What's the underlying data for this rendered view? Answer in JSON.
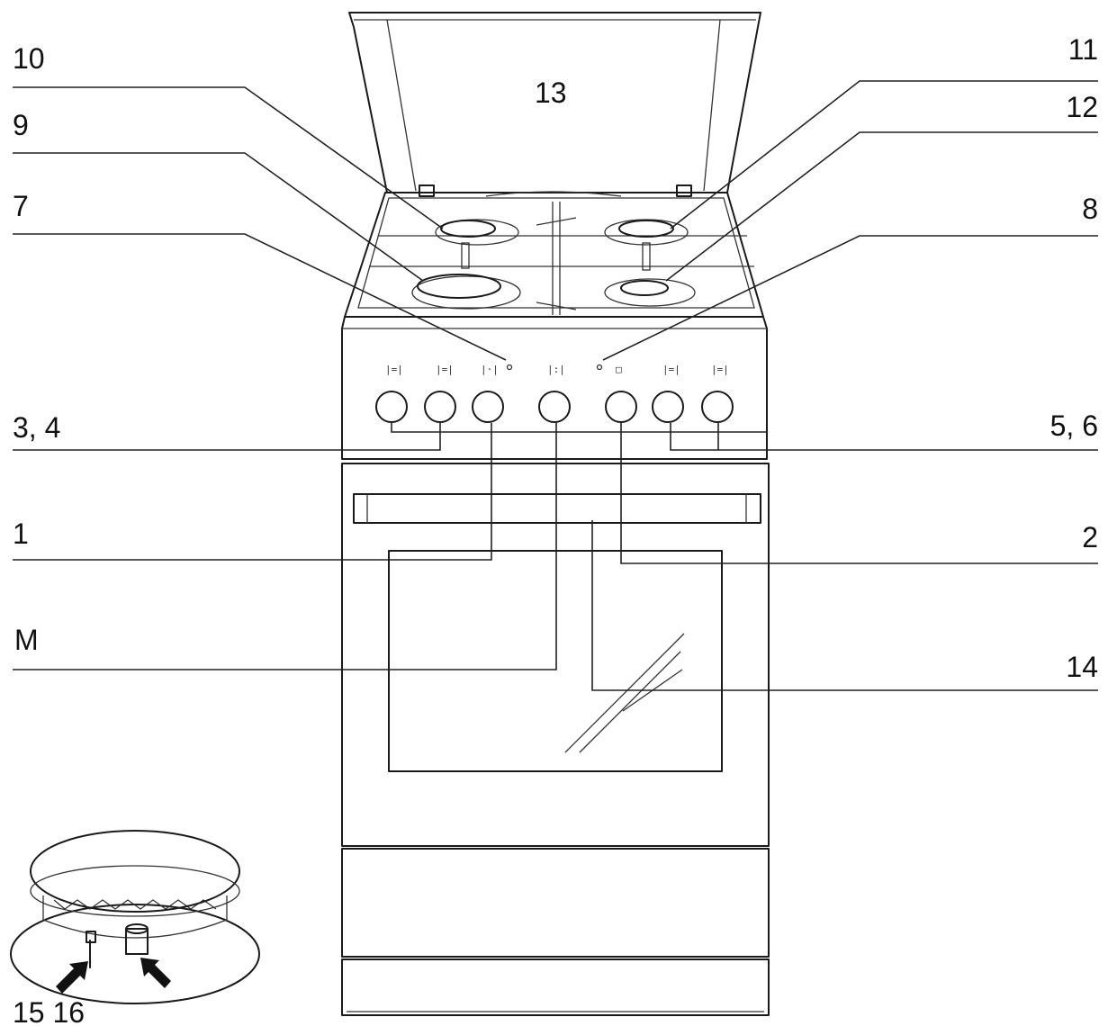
{
  "labels": {
    "l10": "10",
    "l9": "9",
    "l7": "7",
    "l34": "3, 4",
    "l1": "1",
    "lM": "M",
    "l13": "13",
    "l11": "11",
    "l12": "12",
    "l8": "8",
    "l56": "5, 6",
    "l2": "2",
    "l14": "14",
    "l1516": "15 16"
  },
  "colors": {
    "line": "#1a1a1a",
    "background": "#ffffff"
  },
  "icons": {
    "stove": "gas-cooker-drawing",
    "burner": "burner-detail-drawing",
    "arrows": "black-arrow-icon"
  }
}
